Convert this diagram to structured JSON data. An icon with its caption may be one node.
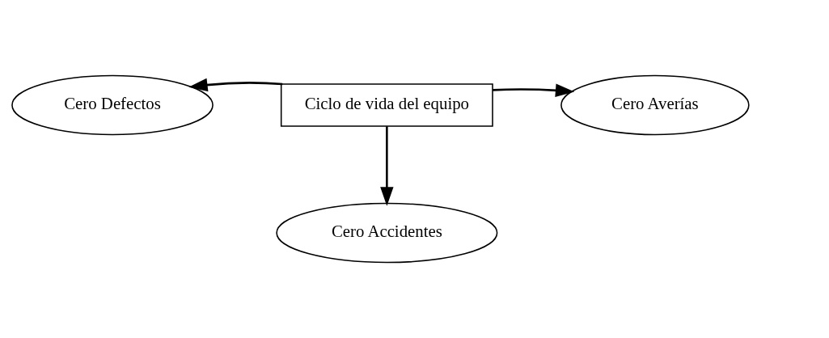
{
  "diagram": {
    "nodes": [
      {
        "text": [
          "Cero Defectos"
        ]
      },
      {
        "text": [
          "Ciclo de vida del equipo"
        ]
      },
      {
        "text": [
          "Cero Averías"
        ]
      },
      {
        "text": [
          "Cero Accidentes"
        ]
      }
    ],
    "edges": [
      {
        "from": 1,
        "to": 0,
        "arrow": "to"
      },
      {
        "from": 1,
        "to": 2,
        "arrow": "to"
      },
      {
        "from": 1,
        "to": 3,
        "arrow": "to"
      }
    ]
  }
}
